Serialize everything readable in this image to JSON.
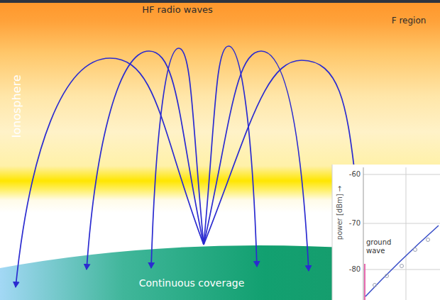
{
  "diagram": {
    "title": "HF radio waves",
    "nodes": [
      {
        "text": [
          "Continuous coverage"
        ]
      }
    ],
    "labels": [
      "F region",
      "Ionosphere",
      "-60",
      "-70",
      "-80",
      "ground wave",
      "power [dBm] →"
    ]
  }
}
